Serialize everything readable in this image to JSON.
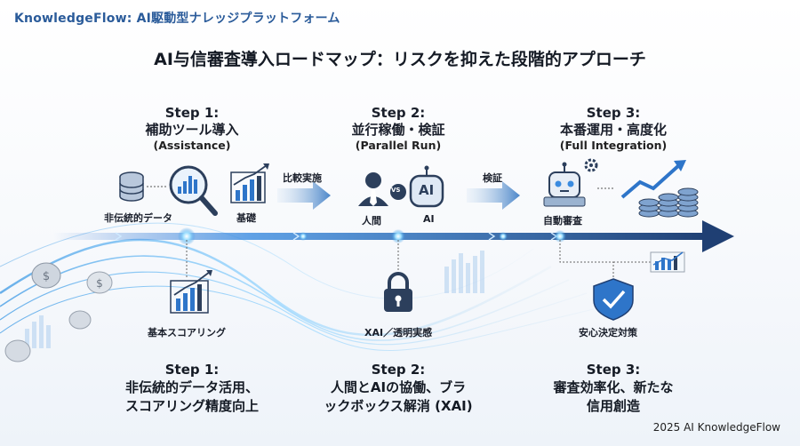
{
  "brand": "KnowledgeFlow: AI駆動型ナレッジプラットフォーム",
  "title": "AI与信審査導入ロードマップ：リスクを抑えた段階的アプローチ",
  "steps": [
    {
      "label": "Step 1:",
      "name": "補助ツール導入",
      "en": "(Assistance)"
    },
    {
      "label": "Step 2:",
      "name": "並行稼働・検証",
      "en": "(Parallel Run)"
    },
    {
      "label": "Step 3:",
      "name": "本番運用・高度化",
      "en": "(Full Integration)"
    }
  ],
  "arrows": {
    "compare": "比較実施",
    "verify": "検証"
  },
  "icons": {
    "nontraditional_data": "非伝統的データ",
    "foundation": "基礎",
    "human": "人間",
    "vs": "VS",
    "ai": "AI",
    "ai_badge": "AI",
    "auto_review": "自動審査",
    "basic_scoring": "基本スコアリング",
    "xai": "XAI／透明実感",
    "safety": "安心決定対策"
  },
  "outcomes": [
    {
      "label": "Step 1:",
      "line1": "非伝統的データ活用、",
      "line2": "スコアリング精度向上"
    },
    {
      "label": "Step 2:",
      "line1": "人間とAIの協働、ブラ",
      "line2": "ックボックス解消 (XAI)"
    },
    {
      "label": "Step 3:",
      "line1": "審査効率化、新たな",
      "line2": "信用創造"
    }
  ],
  "footer": "2025 AI KnowledgeFlow",
  "colors": {
    "brand": "#2a5b9a",
    "arrow": "#1f3f73",
    "accent": "#3a7bd5",
    "glow": "#7fd0ff"
  }
}
